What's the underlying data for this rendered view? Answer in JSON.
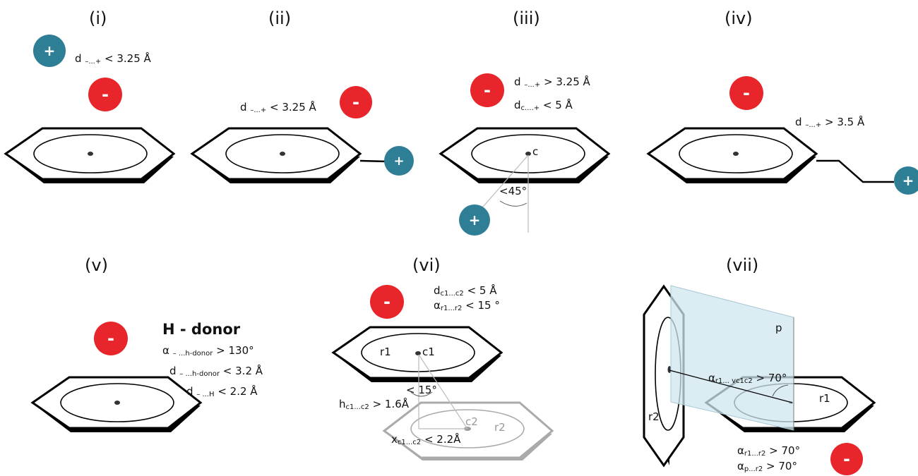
{
  "panels": [
    {
      "id": "i",
      "label": "(i)"
    },
    {
      "id": "ii",
      "label": "(ii)"
    },
    {
      "id": "iii",
      "label": "(iii)"
    },
    {
      "id": "iv",
      "label": "(iv)"
    },
    {
      "id": "v",
      "label": "(v)"
    },
    {
      "id": "vi",
      "label": "(vi)"
    },
    {
      "id": "vii",
      "label": "(vii)"
    }
  ],
  "charges": {
    "negative": "-",
    "positive": "+"
  },
  "colors": {
    "anion": "#e8252b",
    "cation": "#2e7e96",
    "plane": "#cfe6ee",
    "grey": "#aaaaaa"
  },
  "p1": {
    "d": "d",
    "sub": "–...+",
    "cond": "< 3.25 Å"
  },
  "p2": {
    "d": "d",
    "sub": "–...+",
    "cond": "< 3.25 Å"
  },
  "p3": {
    "d1": "d",
    "sub1": "–...+",
    "cond1": "> 3.25 Å",
    "d2": "d",
    "sub2": "c....+",
    "cond2": "< 5 Å",
    "center": "c",
    "angle": "<45°"
  },
  "p4": {
    "d": "d",
    "sub": "–...+",
    "cond": "> 3.5 Å"
  },
  "p5": {
    "title": "H - donor",
    "a": "α",
    "a_sub": "– ...h-donor",
    "a_cond": "> 130°",
    "d1": "d",
    "d1_sub": "– ...h-donor",
    "d1_cond": "< 3.2 Å",
    "d2": "d",
    "d2_sub": "– ...H",
    "d2_cond": "< 2.2 Å"
  },
  "p6": {
    "d": "d",
    "d_sub": "c1...c2",
    "d_cond": "< 5 Å",
    "a": "α",
    "a_sub": "r1...r2",
    "a_cond": "< 15 °",
    "r1": "r1",
    "c1": "c1",
    "c2": "c2",
    "r2": "r2",
    "angle": "< 15°",
    "h": "h",
    "h_sub": "c1...c2",
    "h_cond": "> 1.6Å",
    "x": "x",
    "x_sub": "c1...c2",
    "x_cond": "< 2.2Å"
  },
  "p7": {
    "p": "p",
    "r1": "r1",
    "r2": "r2",
    "a1": "α",
    "a1_sub": "r1... vc1c2",
    "a1_cond": "> 70°",
    "a2": "α",
    "a2_sub": "r1...r2",
    "a2_cond": "> 70°",
    "a3": "α",
    "a3_sub": "p...r2",
    "a3_cond": "> 70°"
  }
}
